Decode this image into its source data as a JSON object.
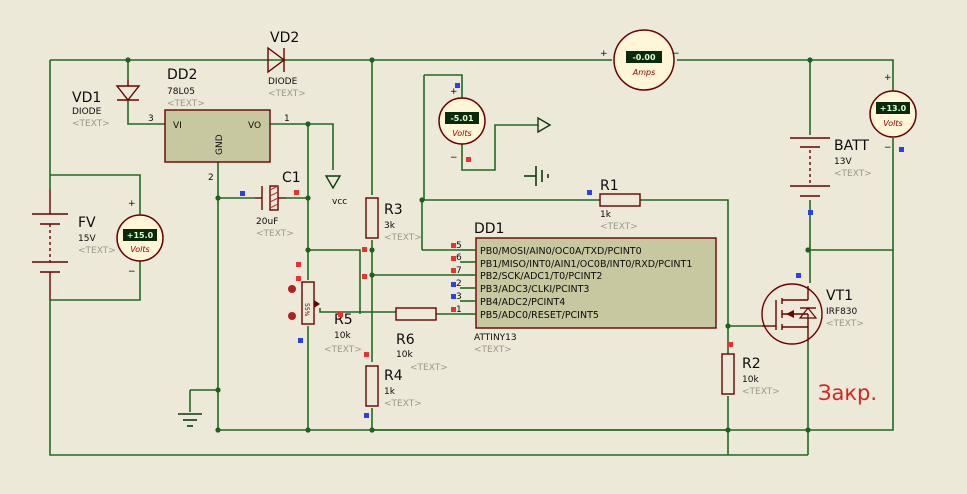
{
  "components": {
    "vd1": {
      "ref": "VD1",
      "type": "DIODE",
      "text": "<TEXT>"
    },
    "vd2": {
      "ref": "VD2",
      "type": "DIODE",
      "text": "<TEXT>"
    },
    "dd2": {
      "ref": "DD2",
      "type": "78L05",
      "text": "<TEXT>",
      "pin_vi": "VI",
      "pin_vo": "VO",
      "pin_gnd": "GND",
      "pin1": "1",
      "pin2": "2",
      "pin3": "3"
    },
    "c1": {
      "ref": "C1",
      "value": "20uF",
      "text": "<TEXT>"
    },
    "fv": {
      "ref": "FV",
      "value": "15V",
      "text": "<TEXT>"
    },
    "r3": {
      "ref": "R3",
      "value": "3k",
      "text": "<TEXT>"
    },
    "r4": {
      "ref": "R4",
      "value": "1k",
      "text": "<TEXT>"
    },
    "r5": {
      "ref": "R5",
      "value": "10k",
      "text": "<TEXT>",
      "pot_percent": "55%"
    },
    "r6": {
      "ref": "R6",
      "value": "10k",
      "text": "<TEXT>"
    },
    "r1": {
      "ref": "R1",
      "value": "1k",
      "text": "<TEXT>"
    },
    "r2": {
      "ref": "R2",
      "value": "10k",
      "text": "<TEXT>"
    },
    "dd1": {
      "ref": "DD1",
      "type": "ATTINY13",
      "text": "<TEXT>",
      "pins": [
        {
          "num": "5",
          "name": "PB0/MOSI/AIN0/OC0A/TXD/PCINT0"
        },
        {
          "num": "6",
          "name": "PB1/MISO/INT0/AIN1/OC0B/INT0/RXD/PCINT1"
        },
        {
          "num": "7",
          "name": "PB2/SCK/ADC1/T0/PCINT2"
        },
        {
          "num": "2",
          "name": "PB3/ADC3/CLKI/PCINT3"
        },
        {
          "num": "3",
          "name": "PB4/ADC2/PCINT4"
        },
        {
          "num": "1",
          "name": "PB5/ADC0/RESET/PCINT5"
        }
      ]
    },
    "vt1": {
      "ref": "VT1",
      "type": "IRF830",
      "text": "<TEXT>"
    },
    "batt": {
      "ref": "BATT",
      "value": "13V",
      "text": "<TEXT>"
    },
    "vcc": {
      "label": "vcc"
    }
  },
  "meters": {
    "amps": {
      "reading": "-0.00",
      "unit": "Amps",
      "plus": "+",
      "minus": "−"
    },
    "volts_batt": {
      "reading": "+13.0",
      "unit": "Volts",
      "plus": "+",
      "minus": "−"
    },
    "volts_fv": {
      "reading": "+15.0",
      "unit": "Volts",
      "plus": "+",
      "minus": "−"
    },
    "volts_mid": {
      "reading": "-5.01",
      "unit": "Volts",
      "plus": "+",
      "minus": "−"
    }
  },
  "status_label": "Закр.",
  "colors": {
    "wire": "#1f6b1f",
    "component": "#6b0000",
    "status": "#e02020",
    "background": "#ece9d8"
  }
}
